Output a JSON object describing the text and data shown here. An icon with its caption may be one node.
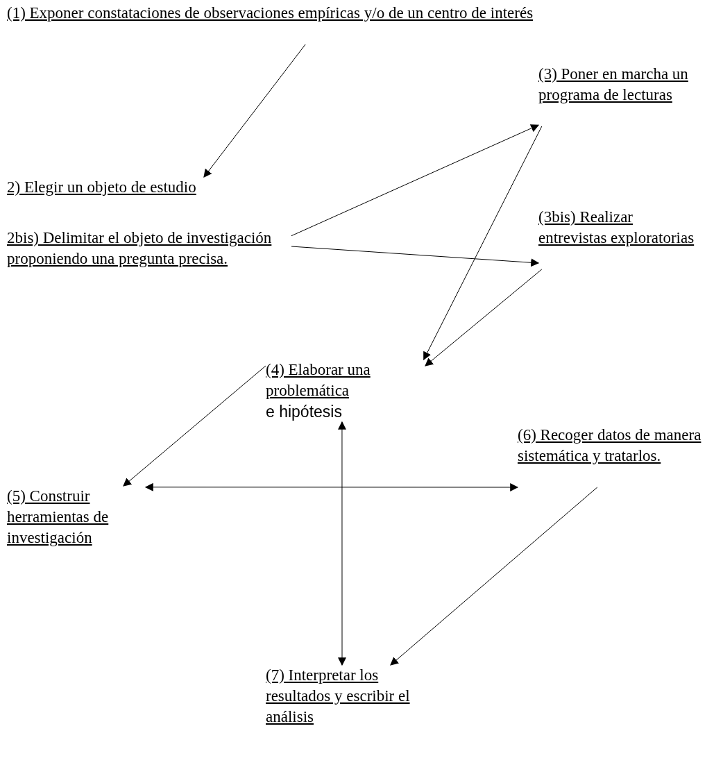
{
  "diagram": {
    "nodes": [
      {
        "text": [
          "(1) Exponer constataciones de observaciones empíricas y/o de un centro de interés"
        ]
      },
      {
        "text": [
          "2) Elegir un objeto de estudio"
        ]
      },
      {
        "text": [
          "2bis) Delimitar el objeto de investigación proponiendo una pregunta precisa."
        ]
      },
      {
        "text": [
          "(3) Poner en marcha un programa de lecturas"
        ]
      },
      {
        "text": [
          "(3bis) Realizar entrevistas exploratorias"
        ]
      },
      {
        "text": [
          "(4) Elaborar una problemática",
          "e hipótesis"
        ]
      },
      {
        "text": [
          "(5) Construir herramientas de investigación"
        ]
      },
      {
        "text": [
          "(6) Recoger datos de manera sistemática y tratarlos."
        ]
      },
      {
        "text": [
          "(7) Interpretar los resultados y  escribir el análisis"
        ]
      }
    ],
    "edges": [
      {
        "from": 0,
        "to": 1,
        "arrow": "to"
      },
      {
        "from": 2,
        "to": 3,
        "arrow": "to"
      },
      {
        "from": 2,
        "to": 4,
        "arrow": "to"
      },
      {
        "from": 3,
        "to": 5,
        "arrow": "to"
      },
      {
        "from": 4,
        "to": 5,
        "arrow": "to"
      },
      {
        "from": 5,
        "to": 6,
        "arrow": "to"
      },
      {
        "from": 6,
        "to": 7,
        "arrow": "both"
      },
      {
        "from": 5,
        "to": 8,
        "arrow": "both"
      },
      {
        "from": 7,
        "to": 8,
        "arrow": "to"
      }
    ]
  }
}
